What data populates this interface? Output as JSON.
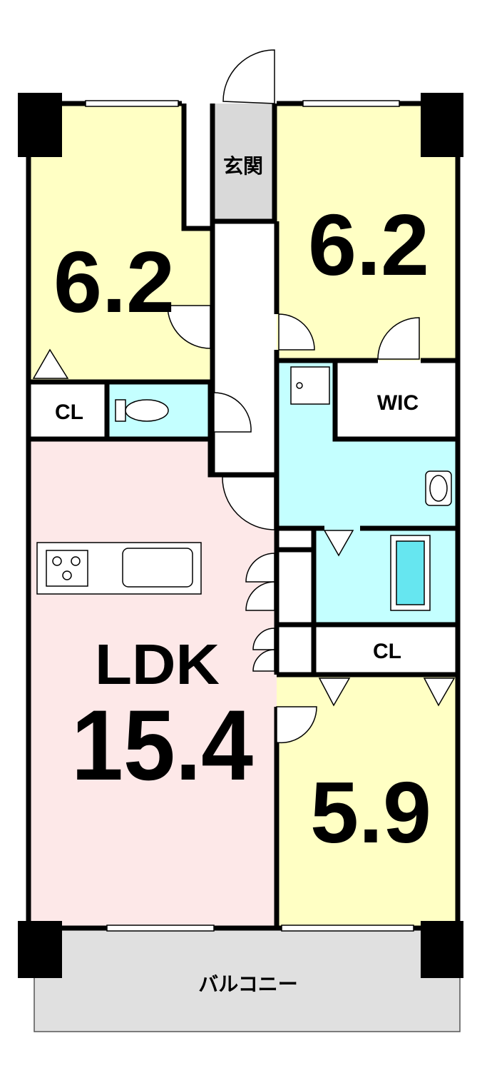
{
  "rooms": {
    "bedroom_nw": {
      "size": "6.2"
    },
    "bedroom_ne": {
      "size": "6.2"
    },
    "bedroom_se": {
      "size": "5.9"
    },
    "ldk": {
      "name": "LDK",
      "size": "15.4"
    },
    "entrance": {
      "name": "玄関"
    },
    "closet_w": {
      "name": "CL"
    },
    "closet_e": {
      "name": "CL"
    },
    "wic": {
      "name": "WIC"
    },
    "balcony": {
      "name": "バルコニー"
    }
  },
  "colors": {
    "bedroom": "#ffffc4",
    "ldk": "#fde8e8",
    "wet": "#c4ffff",
    "entrance": "#d9d9d9",
    "balcony": "#e0e0e0",
    "bath": "#66e6f0"
  }
}
